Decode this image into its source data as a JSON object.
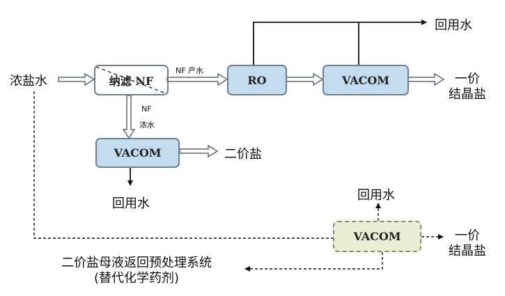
{
  "colors": {
    "process_fill": "#c4dcef",
    "process_border": "#6f7f8e",
    "optional_fill": "#e7f0d5",
    "optional_border": "#7f9068",
    "arrow": "#111111",
    "hollow_arrow": "#5f6a74"
  },
  "input": {
    "label": "浓盐水"
  },
  "nf": {
    "box_label": "纳滤 NF",
    "permeate_label": "NF 产水",
    "concentrate_label_1": "NF",
    "concentrate_label_2": "浓水"
  },
  "ro": {
    "box_label": "RO"
  },
  "vacom_top": {
    "box_label": "VACOM",
    "output_1": "一价",
    "output_2": "结晶盐"
  },
  "recycled_top": {
    "label": "回用水"
  },
  "vacom_mid": {
    "box_label": "VACOM",
    "output": "二价盐",
    "recycled": "回用水"
  },
  "vacom_bottom": {
    "box_label": "VACOM",
    "recycled": "回用水",
    "output_1": "一价",
    "output_2": "结晶盐"
  },
  "pretreatment": {
    "line1": "二价盐母液返回预处理系统",
    "line2": "(替代化学药剂)"
  }
}
